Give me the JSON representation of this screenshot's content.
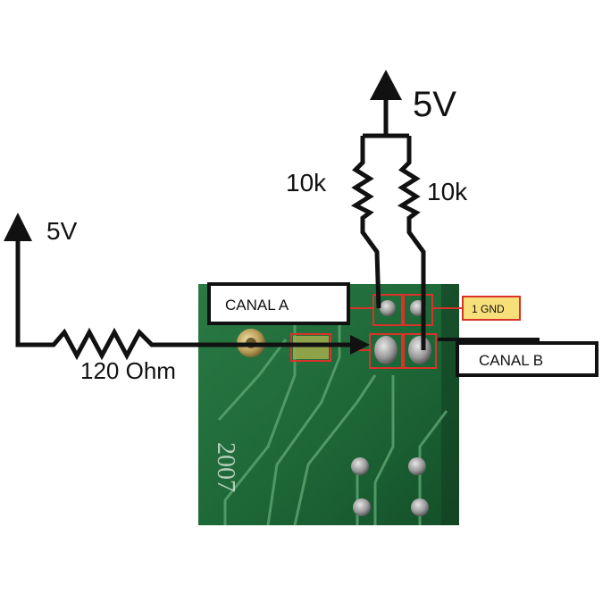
{
  "supply_right": {
    "label": "5V"
  },
  "supply_left": {
    "label": "5V"
  },
  "resistor_left_top": {
    "label": "10k"
  },
  "resistor_right_top": {
    "label": "10k"
  },
  "resistor_horizontal": {
    "label": "120 Ohm"
  },
  "canal_a": {
    "label": "CANAL A"
  },
  "canal_b": {
    "label": "CANAL B"
  },
  "gnd_pin": {
    "label": "1 GND"
  },
  "pcb_silkscreen": {
    "label": "2007"
  },
  "colors": {
    "board": "#1f6b3a",
    "trace": "#5aa26f",
    "highlight": "#d9322a",
    "gnd_fill": "#f7df7a",
    "wire": "#111111"
  }
}
